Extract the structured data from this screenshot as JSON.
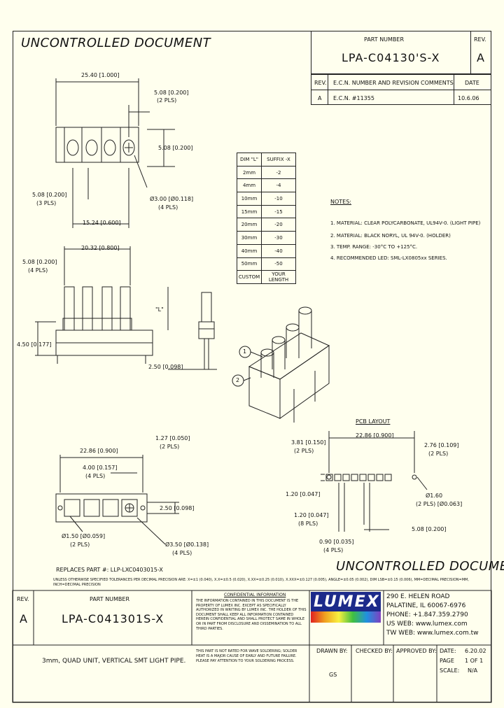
{
  "header": {
    "watermark_top": "UNCONTROLLED DOCUMENT",
    "part_number_label": "PART NUMBER",
    "part_number": "LPA-C04130'S-X",
    "rev_label": "REV.",
    "rev_value": "A",
    "rev_col": "REV.",
    "ecn_col": "E.C.N. NUMBER AND REVISION COMMENTS",
    "date_col": "DATE",
    "row_rev": "A",
    "row_ecn": "E.C.N. #11355",
    "row_date": "10.6.06"
  },
  "dims": {
    "d1": "25.40 [1.000]",
    "d2": "5.08 [0.200]",
    "d2b": "(2 PLS)",
    "d3": "5.08 [0.200]",
    "d4": "5.08 [0.200]",
    "d4b": "(3 PLS)",
    "d5": "Ø3.00 [Ø0.118]",
    "d5b": "(4 PLS)",
    "d6": "15.24 [0.600]",
    "d7": "20.32 [0.800]",
    "d8": "5.08 [0.200]",
    "d8b": "(4 PLS)",
    "d9": "\"L\"",
    "d10": "4.50 [0.177]",
    "d11": "2.50 [0.098]",
    "d12": "1.27 [0.050]",
    "d12b": "(2 PLS)",
    "d13": "22.86 [0.900]",
    "d14": "4.00 [0.157]",
    "d14b": "(4 PLS)",
    "d15": "2.50 [0.098]",
    "d16": "Ø1.50 [Ø0.059]",
    "d16b": "(2 PLS)",
    "d17": "Ø3.50 [Ø0.138]",
    "d17b": "(4 PLS)"
  },
  "pcb": {
    "title": "PCB LAYOUT",
    "p1": "3.81 [0.150]",
    "p1b": "(2 PLS)",
    "p2": "22.86 [0.900]",
    "p3": "2.76 [0.109]",
    "p3b": "(2 PLS)",
    "p4": "Ø1.60",
    "p4b": "(2 PLS) [Ø0.063]",
    "p5": "1.20 [0.047]",
    "p6": "1.20 [0.047]",
    "p6b": "(8 PLS)",
    "p7": "5.08 [0.200]",
    "p8": "0.90 [0.035]",
    "p8b": "(4 PLS)"
  },
  "table": {
    "head": [
      "DIM \"L\"",
      "SUFFIX -X"
    ],
    "rows": [
      [
        "2mm",
        "-2"
      ],
      [
        "4mm",
        "-4"
      ],
      [
        "10mm",
        "-10"
      ],
      [
        "15mm",
        "-15"
      ],
      [
        "20mm",
        "-20"
      ],
      [
        "30mm",
        "-30"
      ],
      [
        "40mm",
        "-40"
      ],
      [
        "50mm",
        "-50"
      ],
      [
        "CUSTOM",
        "YOUR LENGTH"
      ]
    ]
  },
  "notes": {
    "title": "NOTES:",
    "n1": "1. MATERIAL: CLEAR POLYCARBONATE, UL94V-0. (LIGHT PIPE)",
    "n2": "2. MATERIAL: BLACK NORYL, UL 94V-0. (HOLDER)",
    "n3": "3. TEMP. RANGE: -30°C TO +125°C.",
    "n4": "4. RECOMMENDED LED: SML-LX0805xx SERIES."
  },
  "callouts": [
    "1",
    "2"
  ],
  "footer": {
    "replaces": "REPLACES PART #: LLP-LXC0403015-X",
    "watermark_bottom": "UNCONTROLLED DOCUMENT",
    "tolerance": "UNLESS OTHERWISE SPECIFIED TOLERANCES PER DECIMAL PRECISION ARE: X=±1 (0.040), X.X=±0.5 (0.020), X.XX=±0.25 (0.010), X.XXX=±0.127 (0.005), ANGLE=±0.05 (0.002), DIM LSB=±0.15 (0.006), MM=DECIMAL PRECISION=MM, INCH=DECIMAL PRECISION",
    "rev_label": "REV.",
    "rev_value": "A",
    "pn_label": "PART NUMBER",
    "pn_value": "LPA-C041301S-X",
    "conf_title": "CONFIDENTIAL INFORMATION",
    "conf_text": "THE INFORMATION CONTAINED IN THIS DOCUMENT IS THE PROPERTY OF LUMEX INC. EXCEPT AS SPECIFICALLY AUTHORIZED IN WRITING BY LUMEX INC. THE HOLDER OF THIS DOCUMENT SHALL KEEP ALL INFORMATION CONTAINED HEREIN CONFIDENTIAL AND SHALL PROTECT SAME IN WHOLE OR IN PART FROM DISCLOSURE AND DISSEMINATION TO ALL THIRD PARTIES.",
    "logo": "LUMEX",
    "addr1": "290 E. HELEN ROAD",
    "addr2": "PALATINE, IL 60067-6976",
    "phone": "PHONE: +1.847.359.2790",
    "web_us": "US WEB: www.lumex.com",
    "web_tw": "TW WEB: www.lumex.com.tw",
    "description": "3mm, QUAD UNIT, VERTICAL SMT LIGHT PIPE.",
    "solder_note": "THIS PART IS NOT RATED FOR WAVE SOLDERING; SOLDER HEAT IS A MAJOR CAUSE OF EARLY AND FUTURE FAILURE. PLEASE PAY ATTENTION TO YOUR SOLDERING PROCESS.",
    "drawn_label": "DRAWN BY:",
    "drawn_value": "GS",
    "checked_label": "CHECKED BY:",
    "approved_label": "APPROVED BY:",
    "date_label": "DATE:",
    "date_value": "6.20.02",
    "page_label": "PAGE",
    "page_value": "1 OF 1",
    "scale_label": "SCALE:",
    "scale_value": "N/A"
  }
}
